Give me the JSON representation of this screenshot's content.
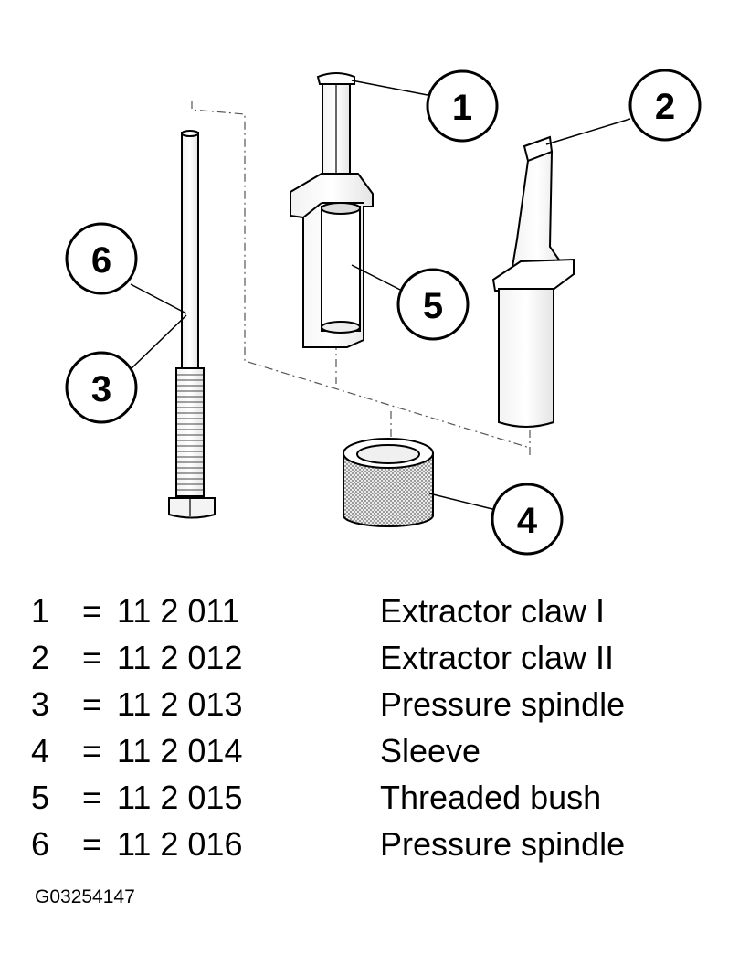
{
  "callouts": [
    "1",
    "2",
    "3",
    "4",
    "5",
    "6"
  ],
  "legend": [
    {
      "num": "1",
      "eq": "=",
      "part": "11 2 011",
      "desc": "Extractor claw I"
    },
    {
      "num": "2",
      "eq": "=",
      "part": "11 2 012",
      "desc": "Extractor claw II"
    },
    {
      "num": "3",
      "eq": "=",
      "part": "11 2 013",
      "desc": "Pressure spindle"
    },
    {
      "num": "4",
      "eq": "=",
      "part": "11 2 014",
      "desc": "Sleeve"
    },
    {
      "num": "5",
      "eq": "=",
      "part": "11 2 015",
      "desc": "Threaded bush"
    },
    {
      "num": "6",
      "eq": "=",
      "part": "11 2 016",
      "desc": "Pressure spindle"
    }
  ],
  "figure_id": "G03254147"
}
